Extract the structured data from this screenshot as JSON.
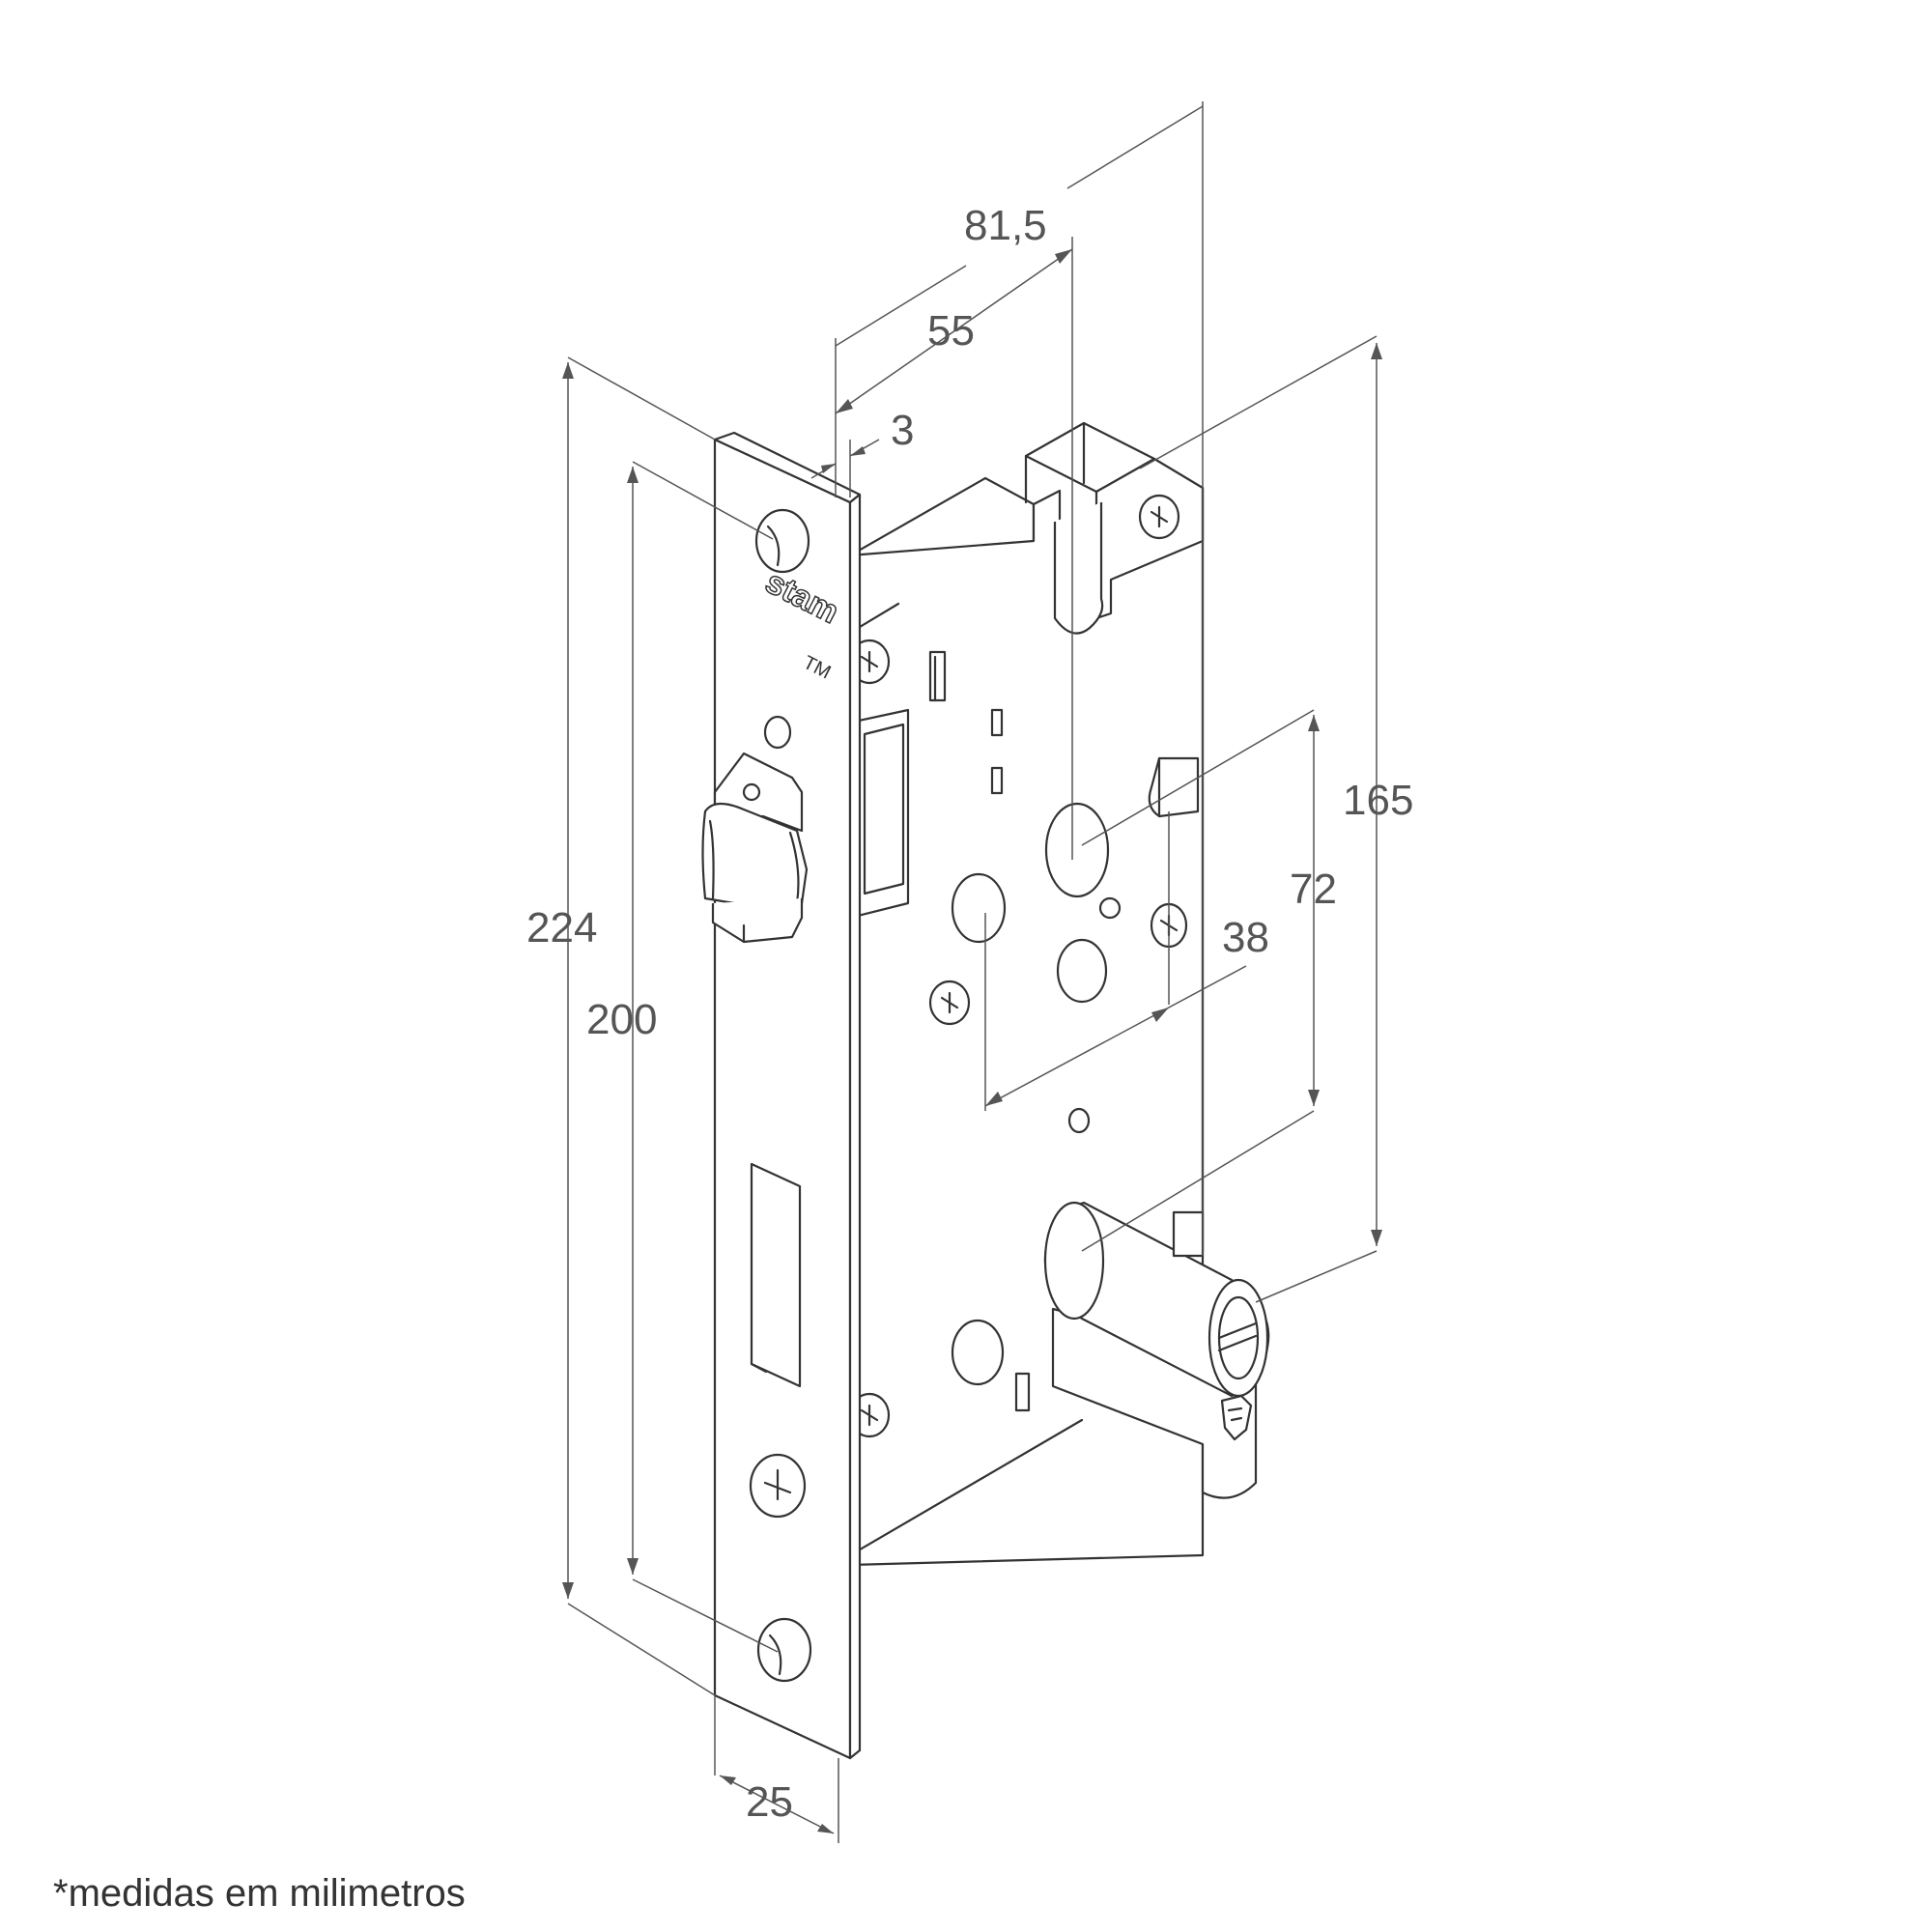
{
  "dimensions": {
    "d815": "81,5",
    "d55": "55",
    "d3": "3",
    "d165": "165",
    "d72": "72",
    "d38": "38",
    "d224": "224",
    "d200": "200",
    "d25": "25"
  },
  "brand": {
    "logo_text": "stam",
    "trademark": "TM"
  },
  "footnote": "*medidas em milimetros"
}
